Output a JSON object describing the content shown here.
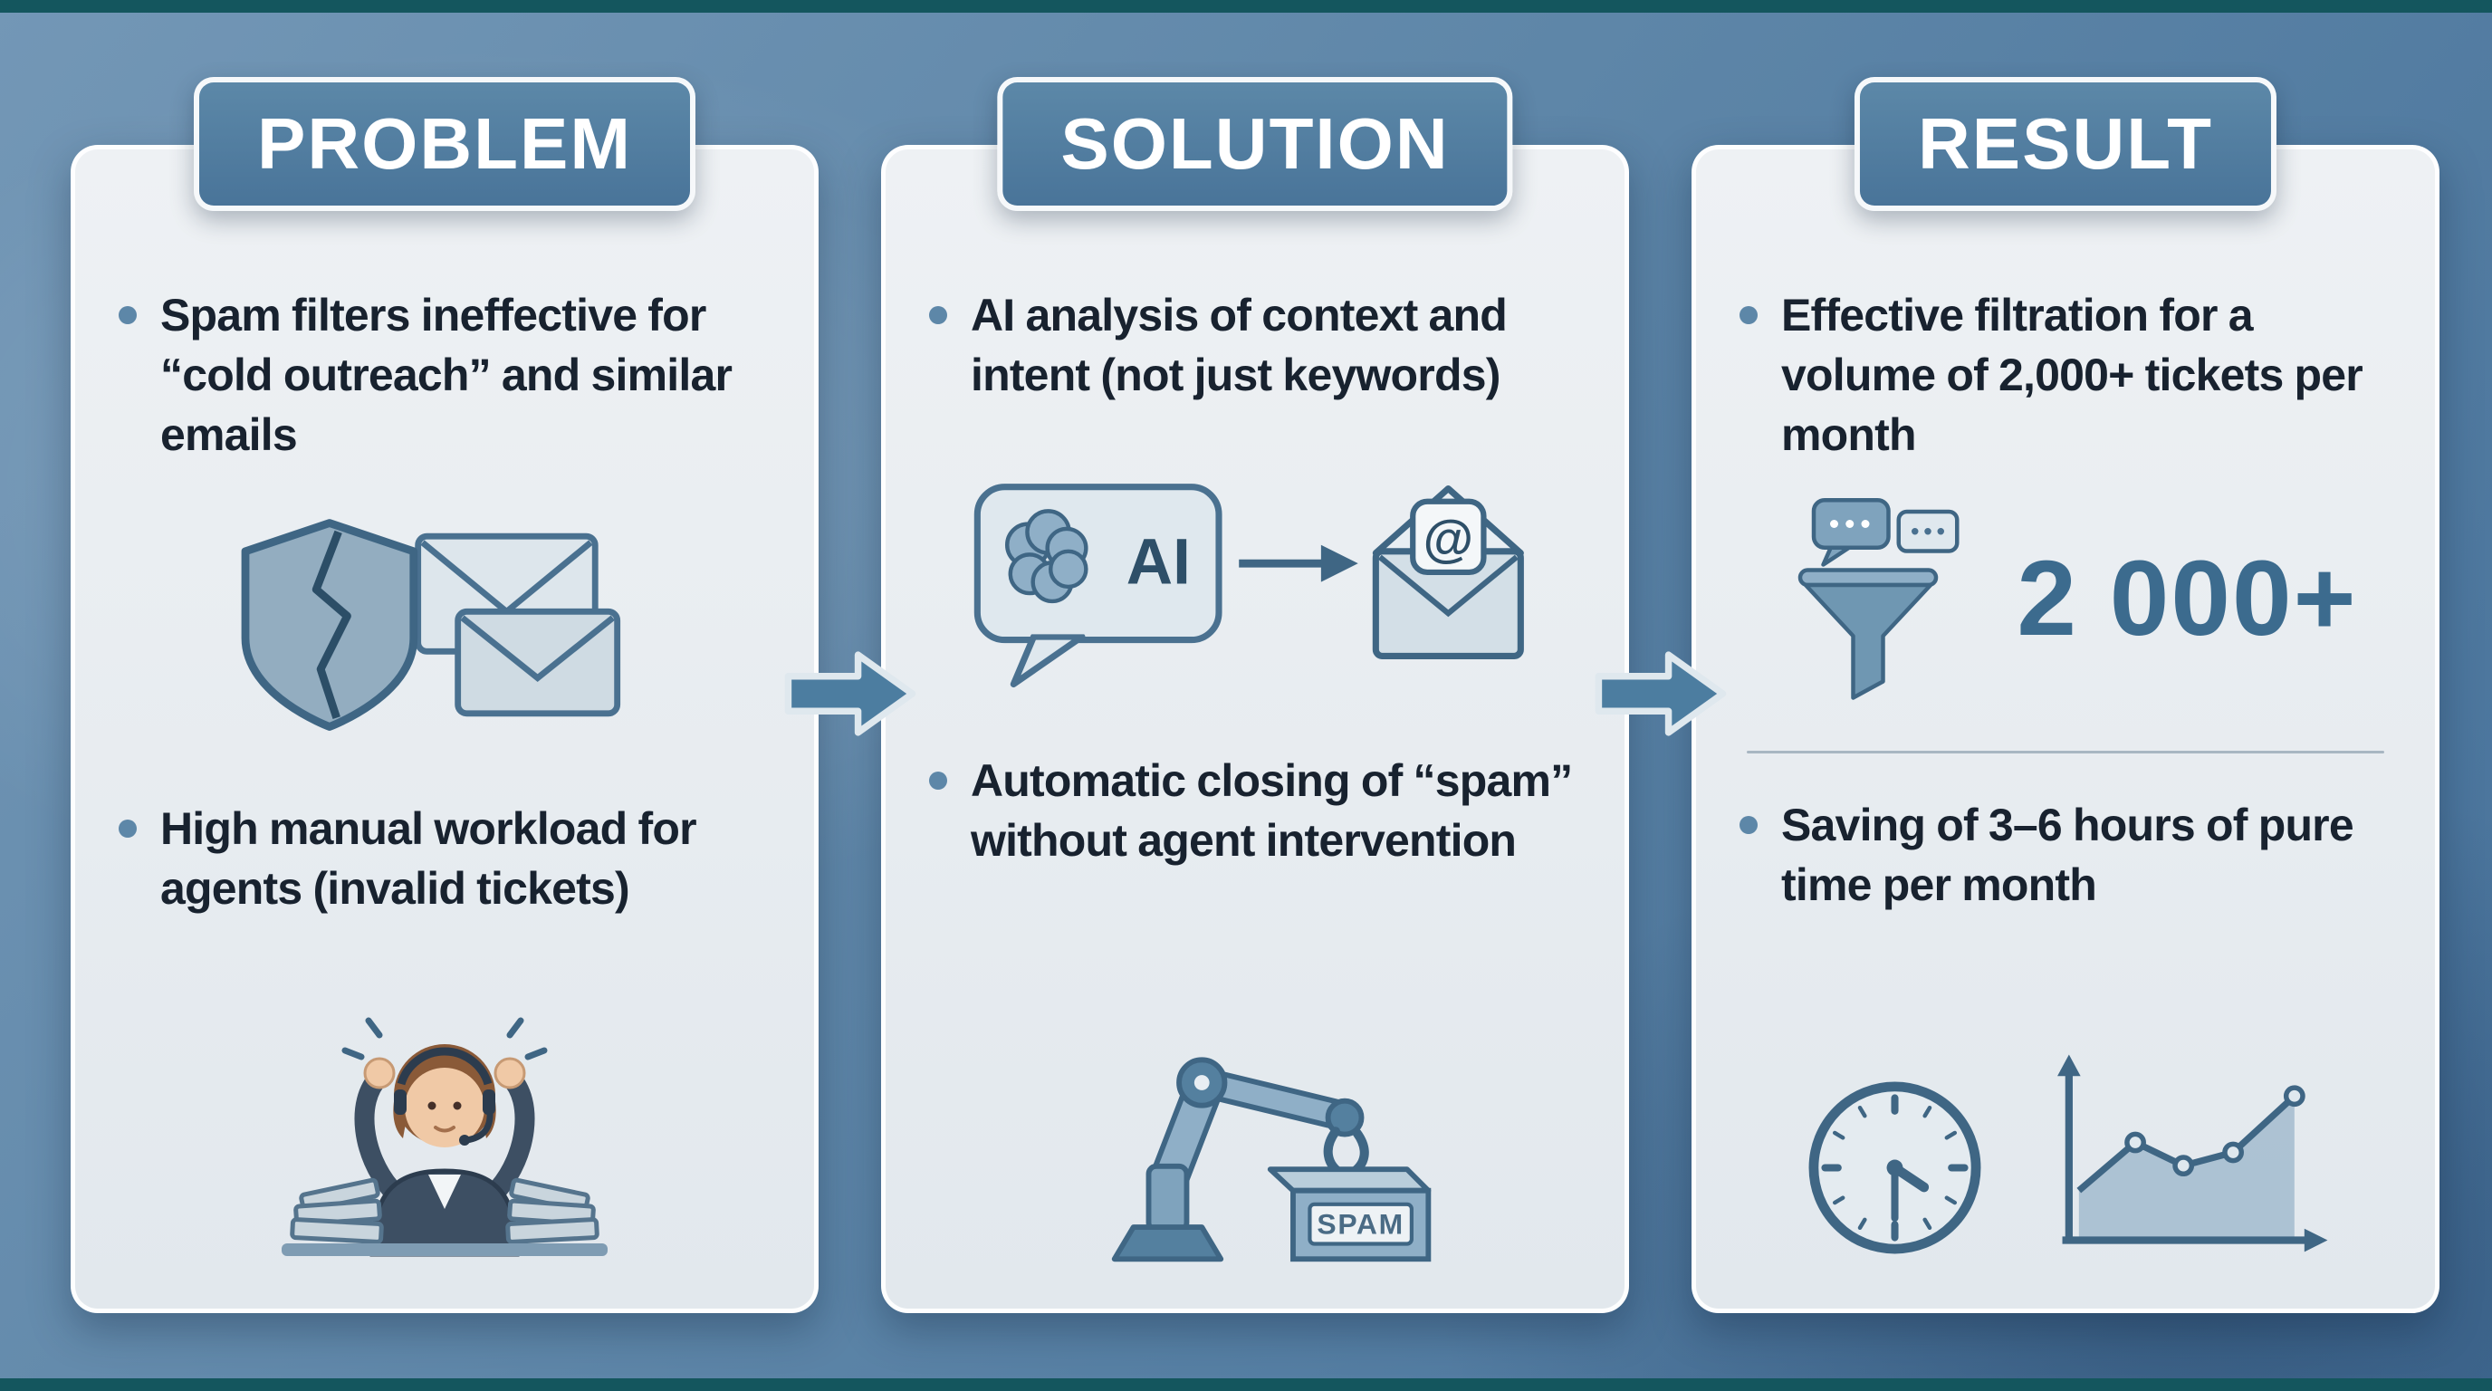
{
  "infographic": {
    "columns": [
      {
        "title": "PROBLEM",
        "bullets": [
          "Spam filters ineffective for “cold outreach” and similar emails",
          "High manual workload for agents (invalid tickets)"
        ]
      },
      {
        "title": "SOLUTION",
        "bullets": [
          "AI analysis of context and intent (not just keywords)",
          "Automatic closing of “spam” without agent intervention"
        ]
      },
      {
        "title": "RESULT",
        "bullets": [
          "Effective filtration for a volume of 2,000+ tickets per month",
          "Saving of 3–6 hours of pure time per month"
        ],
        "metric": "2 000+"
      }
    ],
    "icon_labels": {
      "ai": "AI",
      "at_sign": "@",
      "spam": "SPAM"
    },
    "colors": {
      "accent": "#4c7da0",
      "badge_bg": "#4b7c9e",
      "card_bg": "#e9edf1",
      "text": "#18222f",
      "metric_text": "#3c6b8e",
      "icon_stroke": "#3f6684",
      "background_top": "#7397b6",
      "background_bottom": "#46719a",
      "edge_strip": "#14565e"
    }
  }
}
